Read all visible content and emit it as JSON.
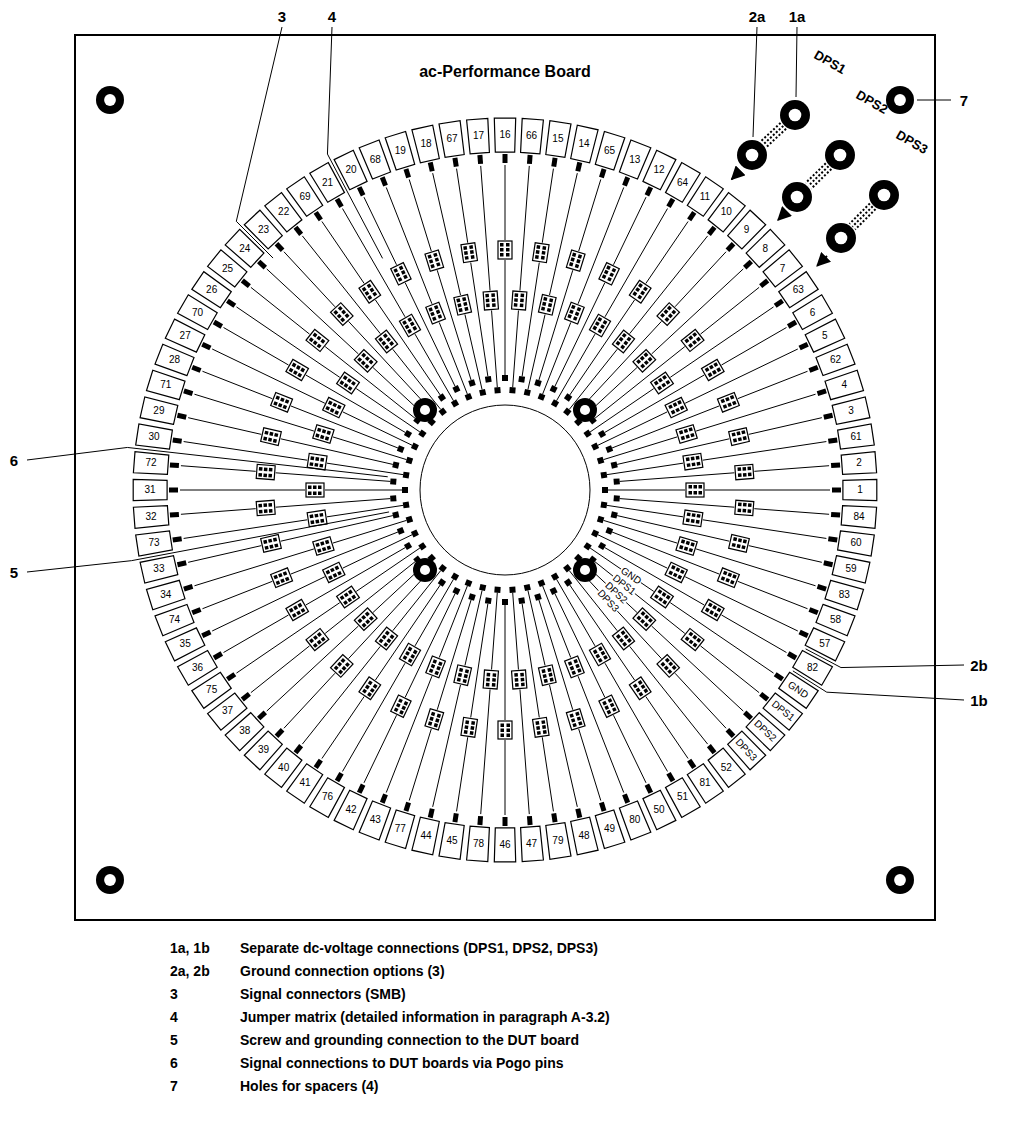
{
  "diagram": {
    "title": "ac-Performance Board",
    "labels": [
      "3",
      "4",
      "2a",
      "1a",
      "DPS1",
      "DPS2",
      "DPS3",
      "7",
      "6",
      "5",
      "2b",
      "1b",
      "1",
      "2",
      "61",
      "3",
      "4",
      "62",
      "5",
      "6",
      "63",
      "7",
      "8",
      "9",
      "10",
      "11",
      "64",
      "12",
      "13",
      "65",
      "14",
      "15",
      "66",
      "16",
      "17",
      "67",
      "18",
      "19",
      "68",
      "20",
      "21",
      "69",
      "22",
      "23",
      "24",
      "25",
      "26",
      "70",
      "27",
      "28",
      "71",
      "29",
      "30",
      "72",
      "31",
      "32",
      "73",
      "33",
      "34",
      "74",
      "35",
      "36",
      "75",
      "37",
      "38",
      "39",
      "40",
      "41",
      "76",
      "42",
      "43",
      "77",
      "44",
      "45",
      "78",
      "46",
      "47",
      "79",
      "48",
      "49",
      "80",
      "50",
      "51",
      "81",
      "52",
      "DPS3",
      "DPS2",
      "DPS1",
      "GND",
      "82",
      "57",
      "58",
      "83",
      "59",
      "60",
      "84",
      "GND",
      "DPS1",
      "DPS2",
      "DPS3",
      "1a, 1b",
      "Separate dc-voltage connections (DPS1, DPS2, DPS3)",
      "2a, 2b",
      "Ground connection options (3)",
      "3",
      "Signal connectors (SMB)",
      "4",
      "Jumper matrix (detailed information in paragraph A-3.2)",
      "5",
      "Screw and grounding connection to the DUT board",
      "6",
      "Signal connections to DUT boards via Pogo pins",
      "7",
      "Holes for spacers (4)"
    ]
  }
}
